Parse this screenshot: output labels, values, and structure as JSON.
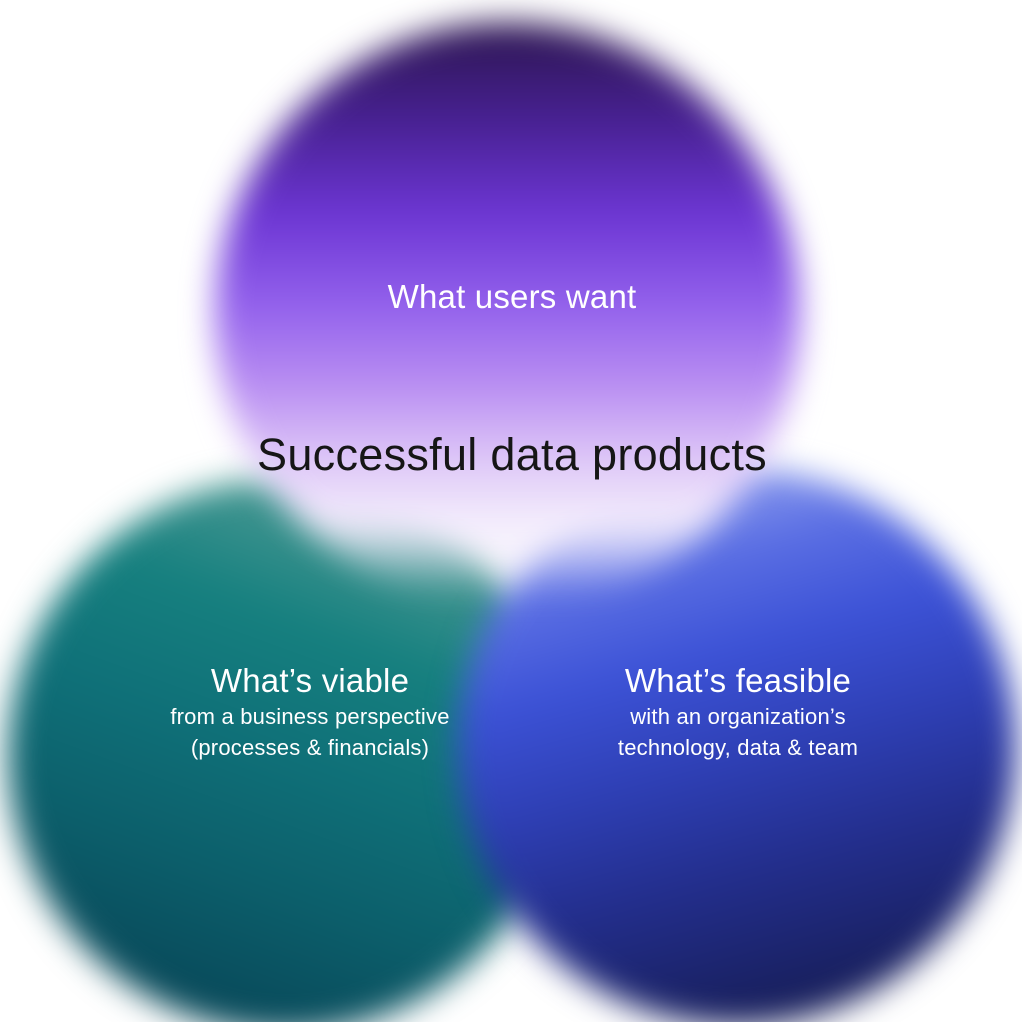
{
  "diagram": {
    "type": "venn",
    "title": "Successful data products",
    "title_color": "#161616",
    "background": "#ffffff",
    "circles": [
      {
        "id": "what-users-want",
        "label": "What users want",
        "sublines": [],
        "color_top": "#2c164f",
        "color_mid": "#8a54e8",
        "color_bottom": "#f3ecfc",
        "text_color": "#ffffff"
      },
      {
        "id": "whats-viable",
        "label": "What’s viable",
        "sublines": [
          "from a business perspective",
          "(processes & financials)"
        ],
        "color_top": "#7ab5ae",
        "color_mid": "#0f7078",
        "color_bottom": "#093d4e",
        "text_color": "#ffffff"
      },
      {
        "id": "whats-feasible",
        "label": "What’s feasible",
        "sublines": [
          "with an organization’s",
          "technology, data & team"
        ],
        "color_top": "#93a3f0",
        "color_mid": "#3c52d6",
        "color_bottom": "#131843",
        "text_color": "#ffffff"
      }
    ]
  }
}
